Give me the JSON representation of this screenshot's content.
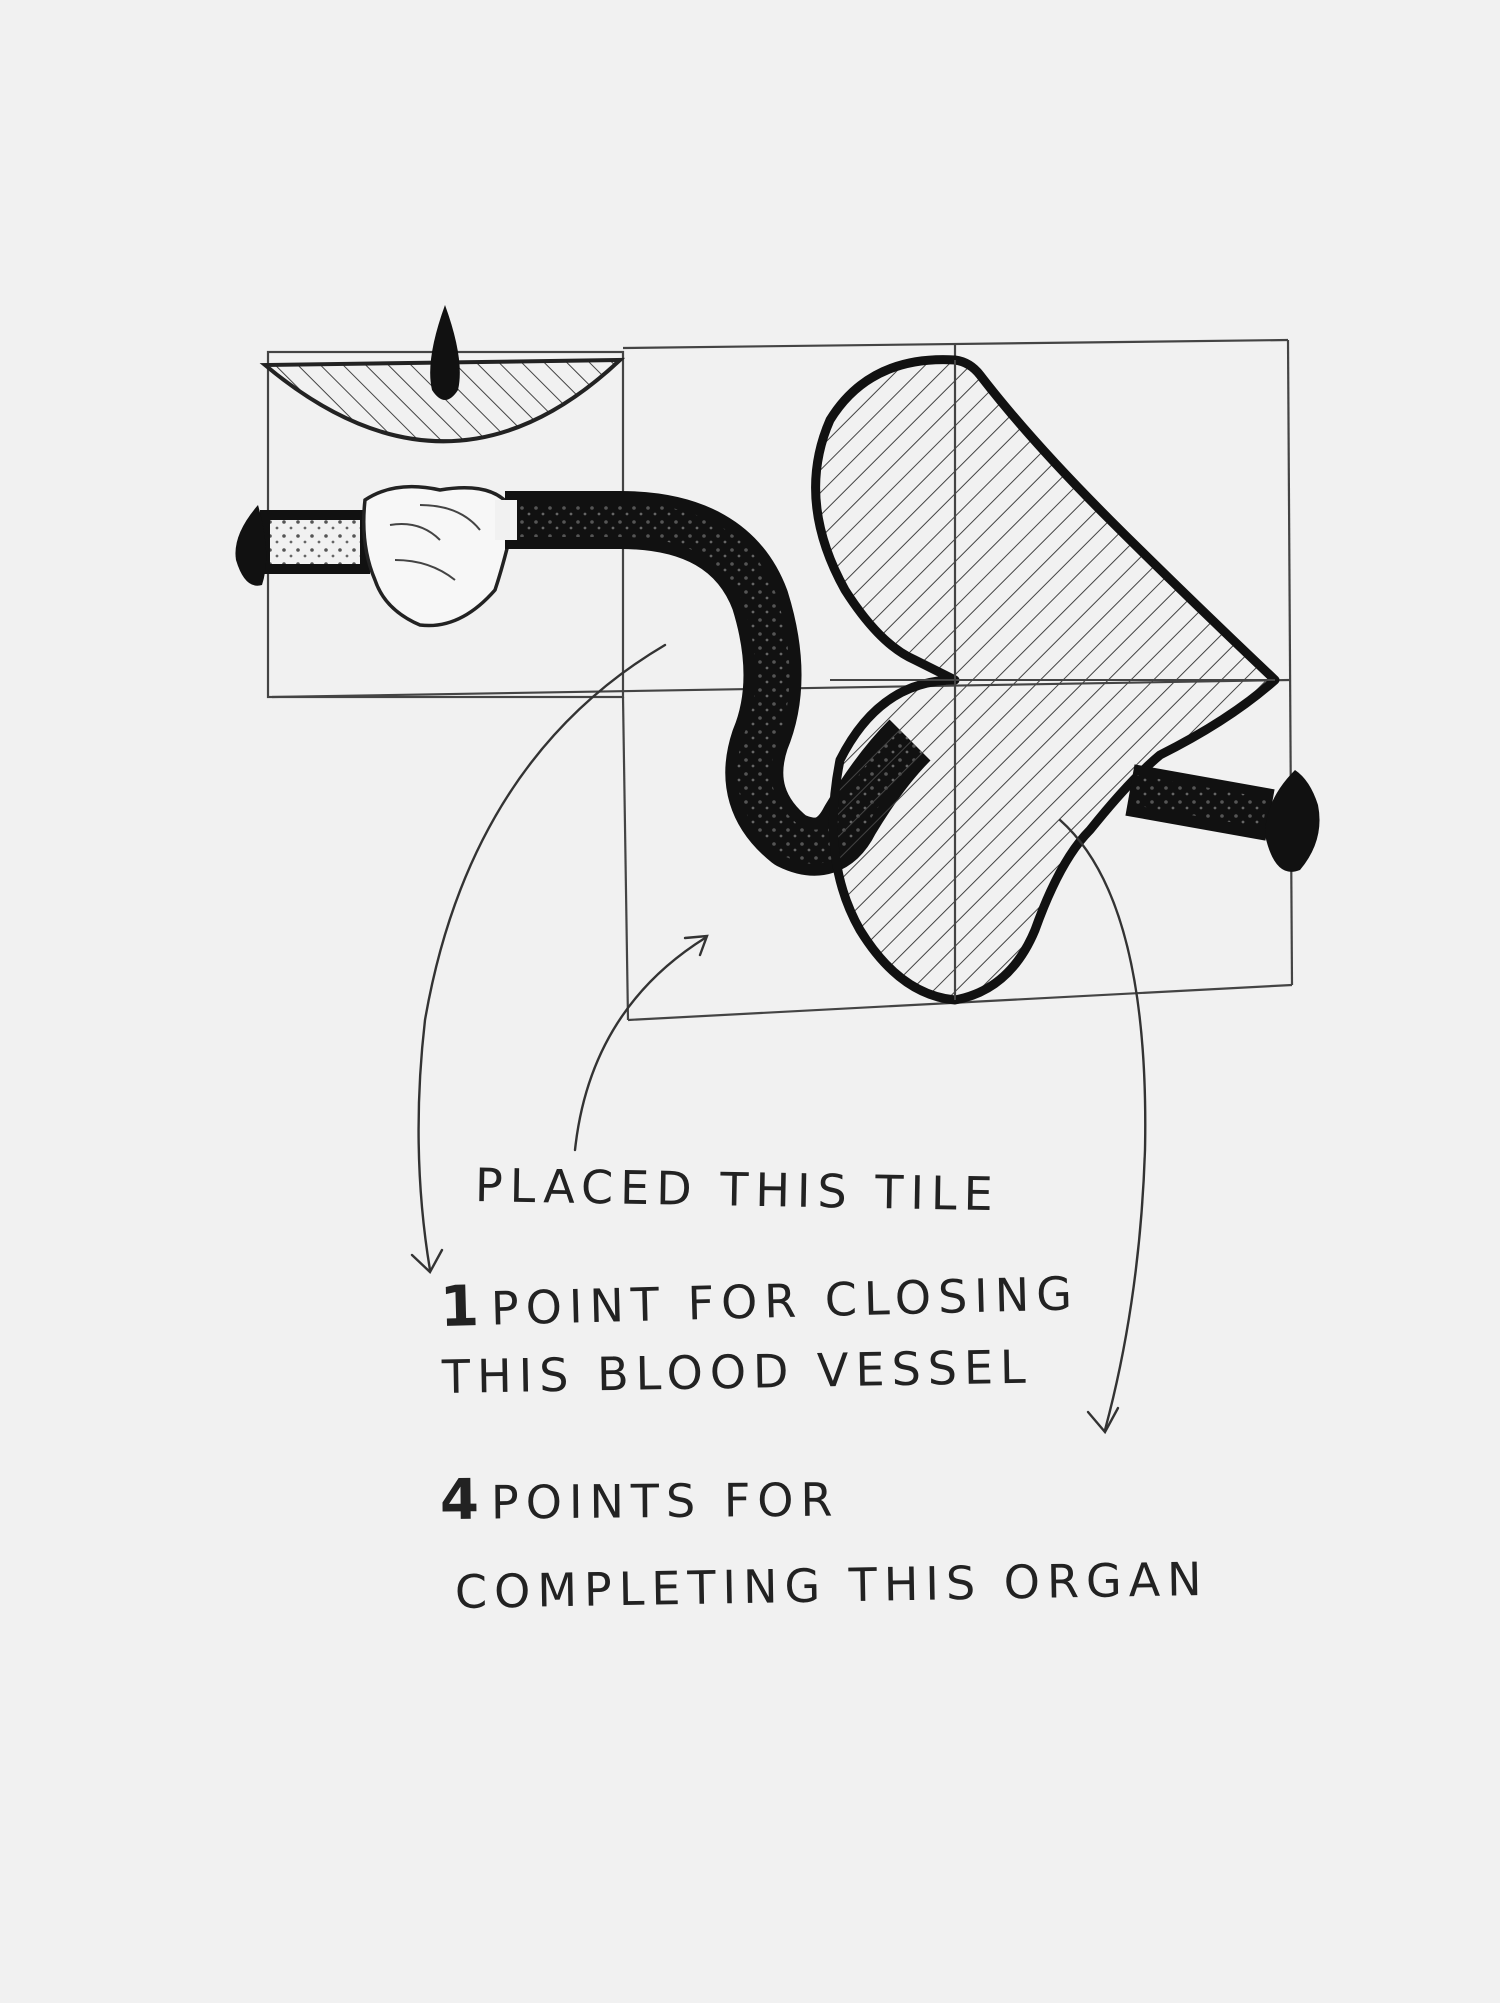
{
  "annotations": {
    "placed_tile": "PLACED THIS TILE",
    "vessel_points": "1",
    "vessel_line1": "POINT FOR CLOSING",
    "vessel_line2": "THIS BLOOD VESSEL",
    "organ_points": "4",
    "organ_line1": "POINTS FOR",
    "organ_line2": "COMPLETING THIS ORGAN"
  },
  "colors": {
    "paper": "#f1f1f1",
    "pencil": "#2a2a2a",
    "ink": "#111111"
  }
}
